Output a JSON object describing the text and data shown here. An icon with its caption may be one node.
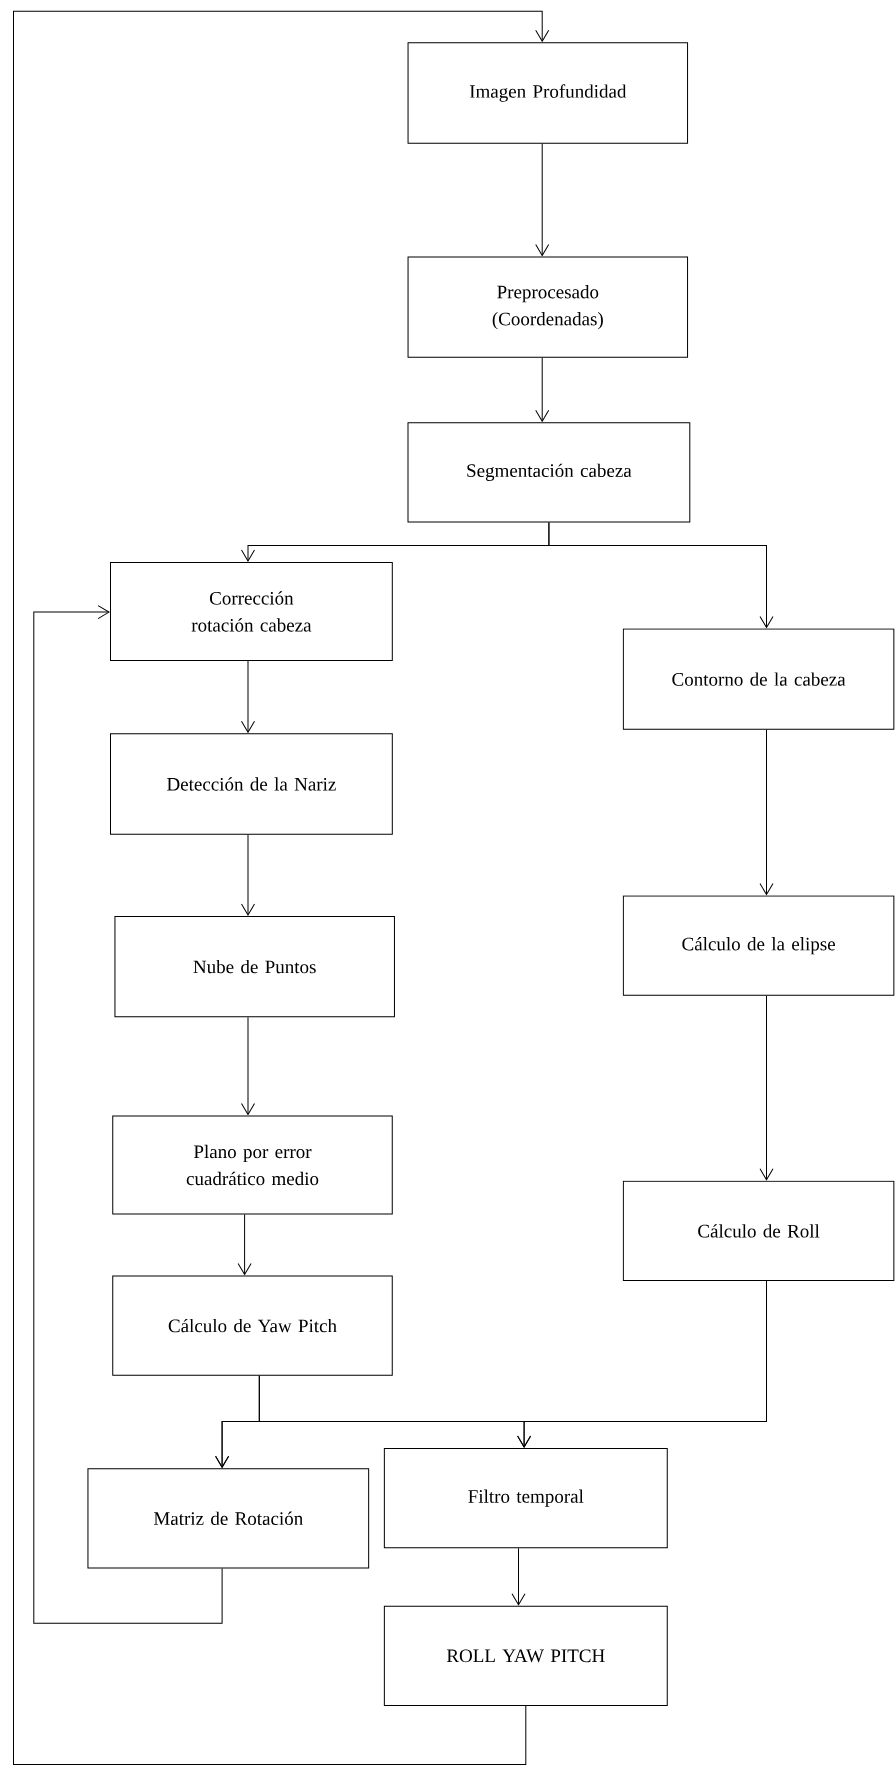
{
  "diagram": {
    "nodes": [
      {
        "text": [
          "Imagen Profundidad"
        ]
      },
      {
        "text": [
          "Preprocesado (Coordenadas)"
        ]
      },
      {
        "text": [
          "Segmentación cabeza"
        ]
      },
      {
        "text": [
          "Corrección rotación cabeza"
        ]
      },
      {
        "text": [
          "Contorno de la cabeza"
        ]
      },
      {
        "text": [
          "Detección de la Nariz"
        ]
      },
      {
        "text": [
          "Cálculo de la elipse"
        ]
      },
      {
        "text": [
          "Nube de Puntos"
        ]
      },
      {
        "text": [
          "Plano por error cuadrático medio"
        ]
      },
      {
        "text": [
          "Cálculo de Roll"
        ]
      },
      {
        "text": [
          "Cálculo de Yaw Pitch"
        ]
      },
      {
        "text": [
          "Matriz de Rotación"
        ]
      },
      {
        "text": [
          "Filtro temporal"
        ]
      },
      {
        "text": [
          "ROLL YAW PITCH"
        ]
      }
    ],
    "edges": [
      {
        "from": 0,
        "to": 1,
        "arrow": "to"
      },
      {
        "from": 1,
        "to": 2,
        "arrow": "to"
      },
      {
        "from": 2,
        "to": 3,
        "arrow": "to"
      },
      {
        "from": 2,
        "to": 4,
        "arrow": "to"
      },
      {
        "from": 3,
        "to": 5,
        "arrow": "to"
      },
      {
        "from": 5,
        "to": 7,
        "arrow": "to"
      },
      {
        "from": 7,
        "to": 8,
        "arrow": "to"
      },
      {
        "from": 8,
        "to": 10,
        "arrow": "to"
      },
      {
        "from": 4,
        "to": 6,
        "arrow": "to"
      },
      {
        "from": 6,
        "to": 9,
        "arrow": "to"
      },
      {
        "from": 10,
        "to": 11,
        "arrow": "to"
      },
      {
        "from": 10,
        "to": 12,
        "arrow": "to"
      },
      {
        "from": 9,
        "to": 11,
        "arrow": "to"
      },
      {
        "from": 9,
        "to": 12,
        "arrow": "to"
      },
      {
        "from": 11,
        "to": 3,
        "arrow": "to"
      },
      {
        "from": 13,
        "to": 0,
        "arrow": "to"
      },
      {
        "from": 12,
        "to": 13,
        "arrow": "to"
      }
    ]
  }
}
